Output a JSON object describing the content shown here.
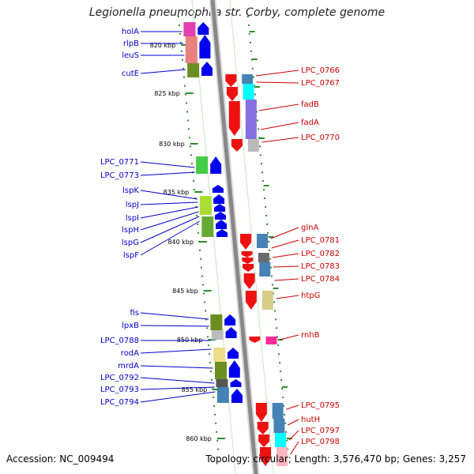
{
  "title": "Legionella pneumophila str. Corby, complete genome",
  "footer": {
    "accession": "Accession: NC_009494",
    "summary": "Topology: circular; Length: 3,576,470 bp; Genes: 3,257"
  },
  "colors": {
    "forward_label": "#0000cc",
    "reverse_label": "#cc0000",
    "ruler": "#2e8b2e"
  },
  "ruler_ticks": [
    "820 kbp",
    "825 kbp",
    "830 kbp",
    "835 kbp",
    "840 kbp",
    "845 kbp",
    "850 kbp",
    "855 kbp",
    "860 kbp"
  ],
  "left_genes": [
    "holA",
    "rlpB",
    "leuS",
    "cutE",
    "LPC_0771",
    "LPC_0773",
    "lspK",
    "lspJ",
    "lspI",
    "lspH",
    "lspG",
    "lspF",
    "fis",
    "lpxB",
    "LPC_0788",
    "rodA",
    "mrdA",
    "LPC_0792",
    "LPC_0793",
    "LPC_0794"
  ],
  "right_genes": [
    "LPC_0766",
    "LPC_0767",
    "fadB",
    "fadA",
    "LPC_0770",
    "glnA",
    "LPC_0781",
    "LPC_0782",
    "LPC_0783",
    "LPC_0784",
    "htpG",
    "rnhB",
    "LPC_0795",
    "hutH",
    "LPC_0797",
    "LPC_0798"
  ]
}
